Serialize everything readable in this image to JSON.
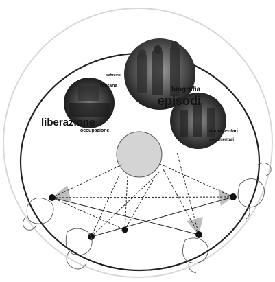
{
  "photos": [
    {
      "name": "photo-top",
      "caption": "partisans group photo"
    },
    {
      "name": "photo-left",
      "caption": "vehicle scene"
    },
    {
      "name": "photo-right",
      "caption": "outdoor group"
    }
  ],
  "labels": {
    "liberazione": "liberazione",
    "occupazione": "occupazione",
    "fontana": "fontana",
    "sahremb": "sahremb",
    "biografia": "biografia",
    "episodi": "episodi",
    "documentari": "documentari",
    "documentari2": "documentari"
  },
  "stations": [
    {
      "name": "station-left"
    },
    {
      "name": "station-bottom-left"
    },
    {
      "name": "station-bottom-center"
    },
    {
      "name": "station-bottom-right"
    },
    {
      "name": "station-right"
    }
  ],
  "colors": {
    "outline": "#333333",
    "hub": "#d4d4d4",
    "wedge": "#bdbdbd",
    "node": "#111111"
  }
}
